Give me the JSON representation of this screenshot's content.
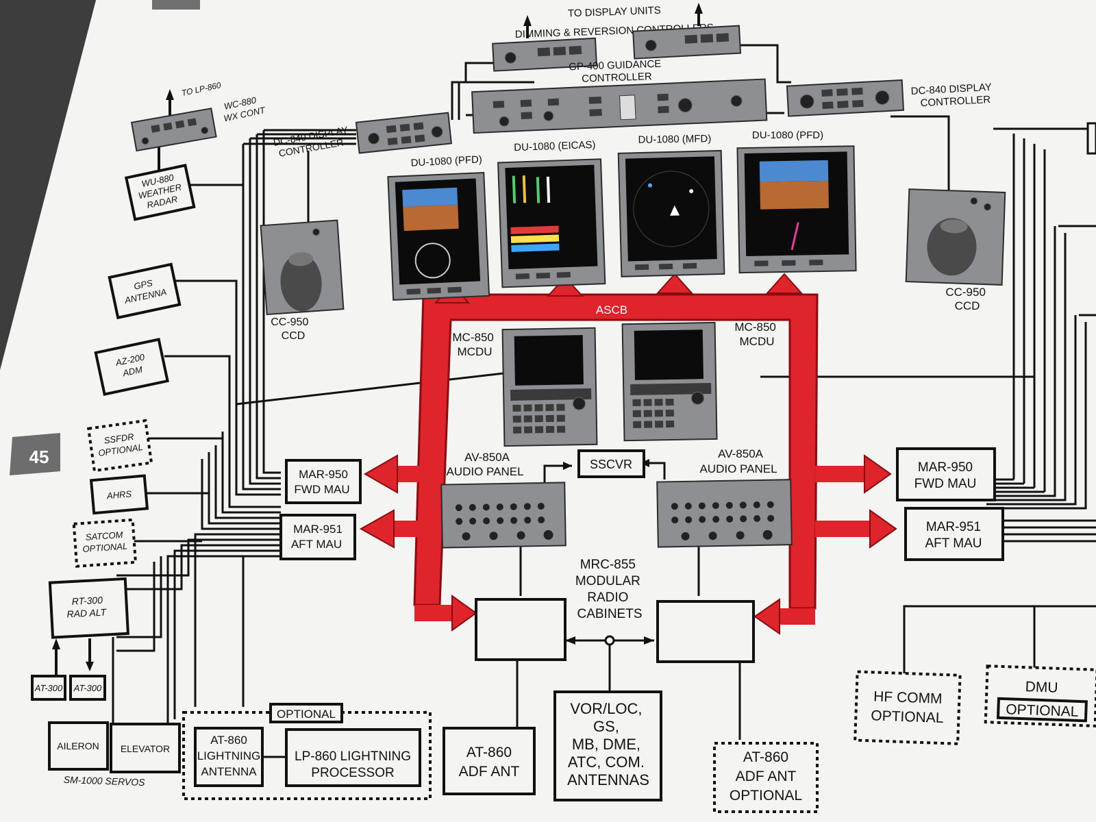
{
  "page_number": "45",
  "colors": {
    "ascb": "#e0242c",
    "paper": "#f4f4f2",
    "ink": "#111111"
  },
  "top": {
    "to_display_units": "TO DISPLAY UNITS",
    "dimming_reversion": "DIMMING & REVERSION CONTROLLERS",
    "gp400": [
      "GP-400 GUIDANCE",
      "CONTROLLER"
    ],
    "dc840_left": [
      "DC-840 DISPLAY",
      "CONTROLLER"
    ],
    "dc840_right": [
      "DC-840 DISPLAY",
      "CONTROLLER"
    ],
    "to_lp860": "TO LP-860",
    "wc880": [
      "WC-880",
      "WX CONT"
    ]
  },
  "displays": {
    "du1": "DU-1080 (PFD)",
    "du2": "DU-1080 (EICAS)",
    "du3": "DU-1080 (MFD)",
    "du4": "DU-1080 (PFD)"
  },
  "ccd_left": [
    "CC-950",
    "CCD"
  ],
  "ccd_right": [
    "CC-950",
    "CCD"
  ],
  "ascb": "ASCB",
  "mcdu_left": [
    "MC-850",
    "MCDU"
  ],
  "mcdu_right": [
    "MC-850",
    "MCDU"
  ],
  "audio_left": [
    "AV-850A",
    "AUDIO PANEL"
  ],
  "audio_right": [
    "AV-850A",
    "AUDIO PANEL"
  ],
  "sscvr": "SSCVR",
  "mrc": [
    "MRC-855",
    "MODULAR",
    "RADIO",
    "CABINETS"
  ],
  "left_column": {
    "wu880": [
      "WU-880",
      "WEATHER",
      "RADAR"
    ],
    "gps": [
      "GPS",
      "ANTENNA"
    ],
    "az200": [
      "AZ-200",
      "ADM"
    ],
    "ssfdr": [
      "SSFDR",
      "OPTIONAL"
    ],
    "ahrs": "AHRS",
    "satcom": [
      "SATCOM",
      "OPTIONAL"
    ],
    "rt300": [
      "RT-300",
      "RAD ALT"
    ],
    "at300_a": "AT-300",
    "at300_b": "AT-300",
    "aileron": "AILERON",
    "elevator": "ELEVATOR",
    "servos": "SM-1000 SERVOS"
  },
  "mau": {
    "left_fwd": [
      "MAR-950",
      "FWD MAU"
    ],
    "left_aft": [
      "MAR-951",
      "AFT MAU"
    ],
    "right_fwd": [
      "MAR-950",
      "FWD MAU"
    ],
    "right_aft": [
      "MAR-951",
      "AFT MAU"
    ]
  },
  "bottom": {
    "optional_tag": "OPTIONAL",
    "at860_lightning": [
      "AT-860",
      "LIGHTNING",
      "ANTENNA"
    ],
    "lp860": [
      "LP-860 LIGHTNING",
      "PROCESSOR"
    ],
    "adf_ant": [
      "AT-860",
      "ADF ANT"
    ],
    "antennas": [
      "VOR/LOC,",
      "GS,",
      "MB, DME,",
      "ATC, COM.",
      "ANTENNAS"
    ],
    "adf_ant_optional": [
      "AT-860",
      "ADF ANT",
      "OPTIONAL"
    ],
    "hf_comm": [
      "HF COMM",
      "OPTIONAL"
    ],
    "dmu": "DMU",
    "dmu_optional": "OPTIONAL"
  }
}
